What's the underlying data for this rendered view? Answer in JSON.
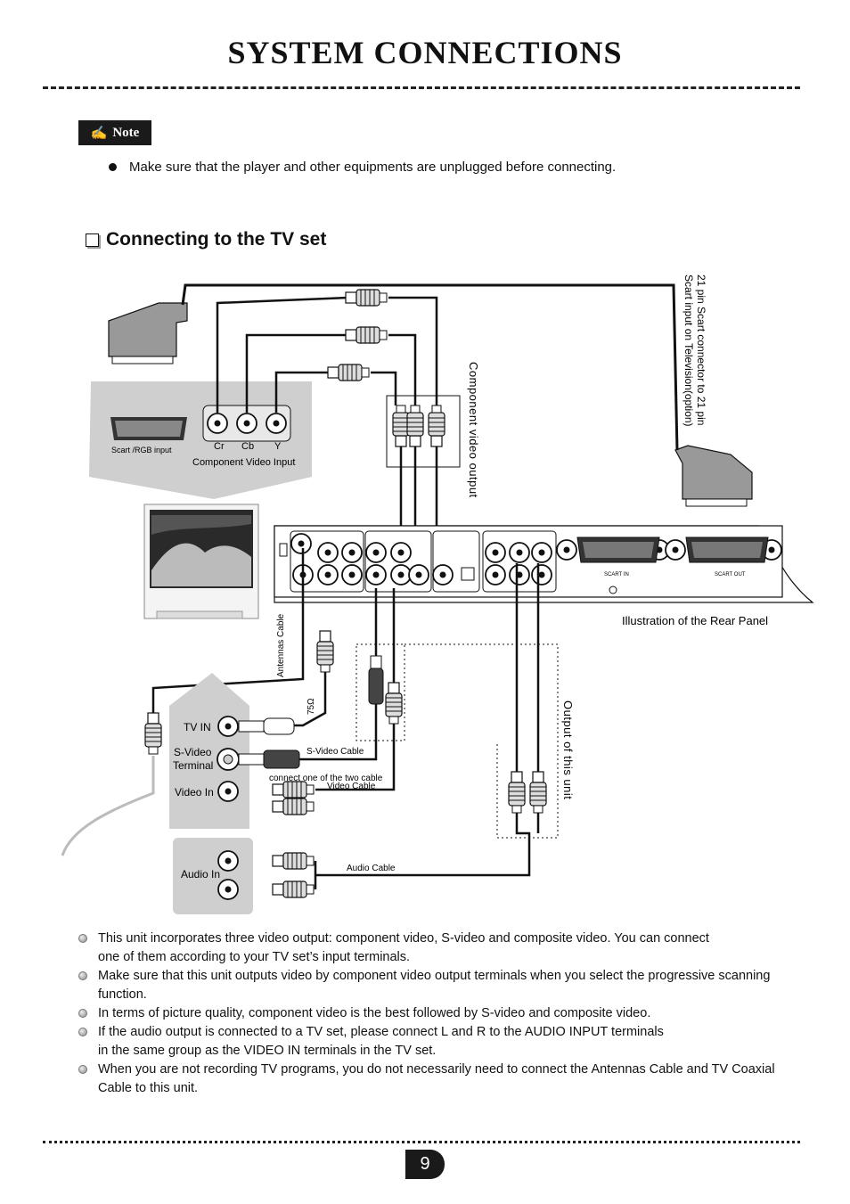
{
  "title": "SYSTEM CONNECTIONS",
  "note": {
    "badge": "Note",
    "text": "Make sure that the player and other equipments are unplugged before connecting."
  },
  "section": {
    "title": "Connecting to the TV set"
  },
  "diagram": {
    "scart_rgb_label": "Scart /RGB input",
    "component_jacks": [
      "Cr",
      "Cb",
      "Y"
    ],
    "component_input_label": "Component Video Input",
    "component_output_label": "Component video output",
    "scart_connector_label": [
      "21 pin Scart connector to 21 pin",
      "Scart input on Television(option)"
    ],
    "rear_panel_label": "Illustration of the Rear Panel",
    "panel_scart_in": "SCART IN",
    "panel_scart_out": "SCART OUT",
    "antennas_label": "Antennas Cable",
    "ohm_label": "75Ω",
    "tv_in": "TV IN",
    "svideo_terminal": [
      "S-Video",
      "Terminal"
    ],
    "video_in": "Video In",
    "audio_in": "Audio In",
    "svideo_cable": "S-Video Cable",
    "connect_one": "connect one of the two cable",
    "video_cable": "Video Cable",
    "audio_cable": "Audio Cable",
    "output_label": "Output of this unit"
  },
  "bullets": [
    [
      "This unit incorporates three video output: component video, S-video and composite video. You can connect",
      "one of them according to your TV set’s input terminals."
    ],
    [
      "Make sure that this unit outputs video by component video output terminals when you select the progressive scanning",
      "function."
    ],
    [
      "In terms of picture quality, component video is the best followed by S-video and composite video."
    ],
    [
      "If the audio output  is connected to a TV set, please connect L and R to the AUDIO INPUT terminals",
      "in the same group as the VIDEO IN terminals in the TV set."
    ],
    [
      "When you are not recording TV programs, you do not necessarily need to connect the Antennas Cable and TV Coaxial",
      "Cable to this unit."
    ]
  ],
  "page_number": "9"
}
